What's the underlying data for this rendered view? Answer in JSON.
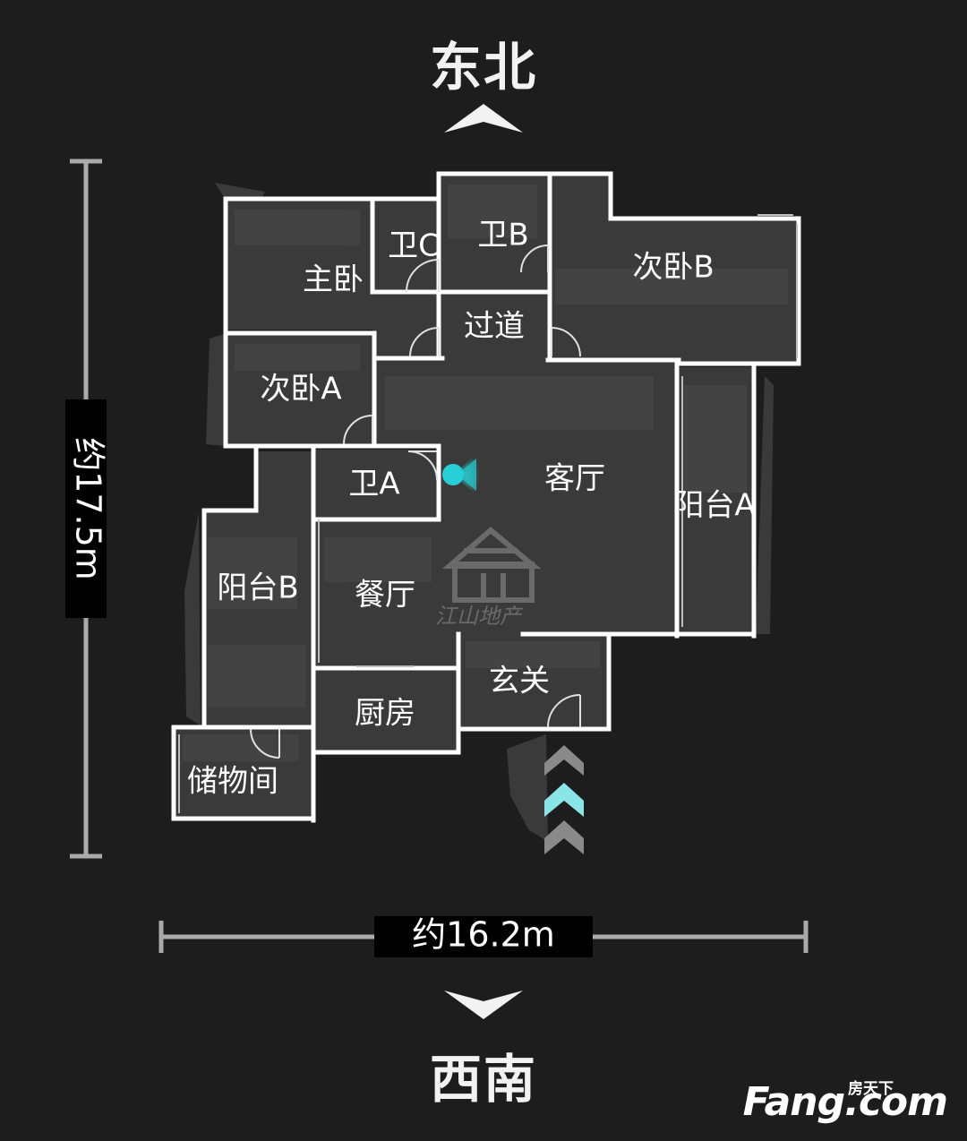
{
  "directions": {
    "top": "东北",
    "bottom": "西南"
  },
  "dimensions": {
    "height": "约17.5m",
    "width": "约16.2m"
  },
  "rooms": {
    "master_bedroom": "主卧",
    "bath_c": "卫C",
    "bath_b": "卫B",
    "second_bedroom_b": "次卧B",
    "corridor": "过道",
    "second_bedroom_a": "次卧A",
    "bath_a": "卫A",
    "living_room": "客厅",
    "balcony_a": "阳台A",
    "balcony_b": "阳台B",
    "dining_room": "餐厅",
    "entrance": "玄关",
    "kitchen": "厨房",
    "storage": "储物间"
  },
  "watermark": {
    "text": "江山地产"
  },
  "brand": {
    "cn": "房天下",
    "en": "Fang.com"
  },
  "colors": {
    "background": "#1d1d1d",
    "floor": "#3a3a3a",
    "wall": "#ffffff",
    "marker": "#26d0d6",
    "entry_arrow": "#8ae6e6"
  },
  "icons": {
    "viewer_marker": "camera-position-icon",
    "entry": "entry-arrow-icon",
    "north": "chevron-up-icon",
    "south": "chevron-down-icon"
  }
}
